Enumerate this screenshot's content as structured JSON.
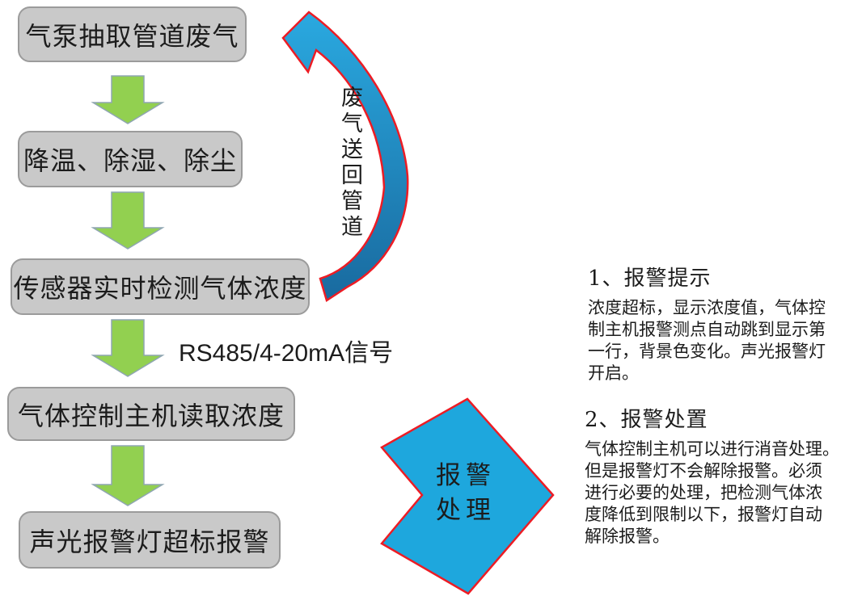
{
  "diagram": {
    "background": "#ffffff",
    "colors": {
      "box_fill": "#c9c9c9",
      "box_border": "#9b9b9b",
      "green_arrow_fill": "#92d050",
      "green_arrow_border": "#8fa6b2",
      "blue_arrow_fill": "#1ea7dd",
      "blue_arrow_fill_dark": "#196a9f",
      "arrow_outline_red": "#ed1c24",
      "text_color": "#1c1c1c"
    },
    "flow_steps": [
      {
        "label": "气泵抽取管道废气"
      },
      {
        "label": "降温、除湿、除尘"
      },
      {
        "label": "传感器实时检测气体浓度"
      },
      {
        "label": "气体控制主机读取浓度"
      },
      {
        "label": "声光报警灯超标报警"
      }
    ],
    "signal_label": "RS485/4-20mA信号",
    "return_arrow": {
      "label": "废气送回管道"
    },
    "alarm_arrow": {
      "label_line1": "报警",
      "label_line2": "处理"
    },
    "notes": [
      {
        "title": "1、报警提示",
        "body": "浓度超标，显示浓度值，气体控\n制主机报警测点自动跳到显示第\n一行，背景色变化。声光报警灯\n开启。"
      },
      {
        "title": "2、报警处置",
        "body": "气体控制主机可以进行消音处理。\n但是报警灯不会解除报警。必须\n进行必要的处理，把检测气体浓\n度降低到限制以下，报警灯自动\n解除报警。"
      }
    ]
  }
}
